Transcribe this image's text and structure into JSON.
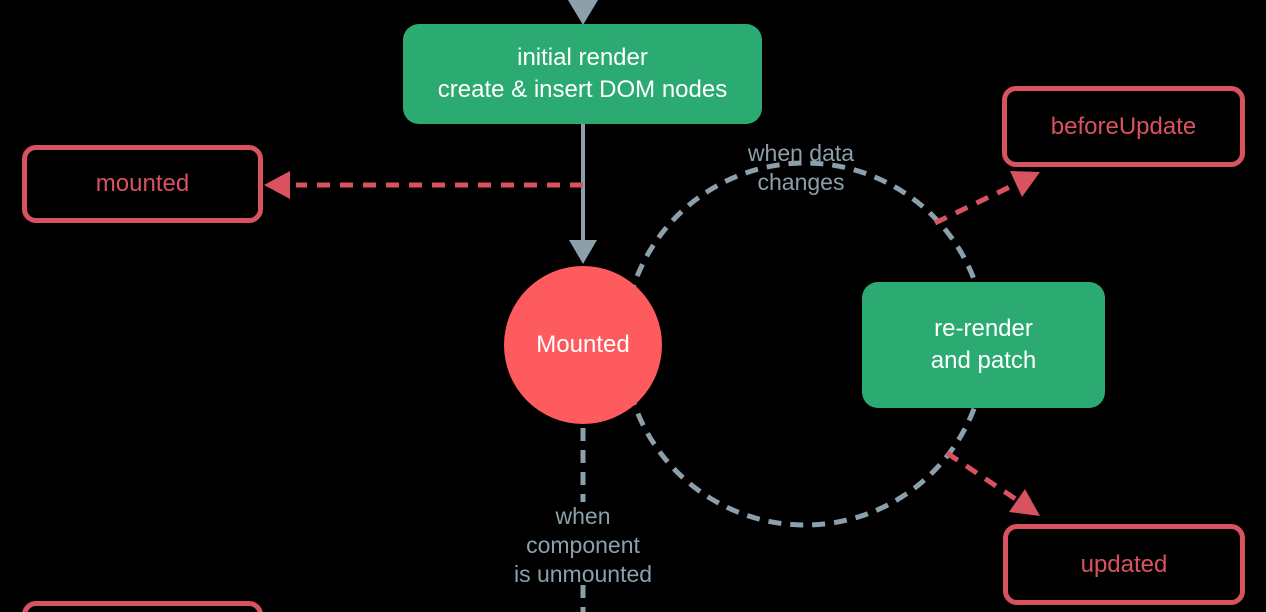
{
  "colors": {
    "bg": "#000000",
    "green": "#2bab72",
    "red-fill": "#fe5b5e",
    "red-line": "#d9525f",
    "gray": "#8ba0ab",
    "white": "#ffffff"
  },
  "boxes": {
    "initial_render": {
      "line1": "initial render",
      "line2": "create & insert DOM nodes"
    },
    "mounted_hook": {
      "label": "mounted"
    },
    "mounted_state": {
      "label": "Mounted"
    },
    "re_render": {
      "line1": "re-render",
      "line2": "and patch"
    },
    "before_update_hook": {
      "label": "beforeUpdate"
    },
    "updated_hook": {
      "label": "updated"
    }
  },
  "labels": {
    "when_data_changes": {
      "line1": "when data",
      "line2": "changes"
    },
    "when_unmounted": {
      "line1": "when",
      "line2": "component",
      "line3": "is unmounted"
    }
  }
}
